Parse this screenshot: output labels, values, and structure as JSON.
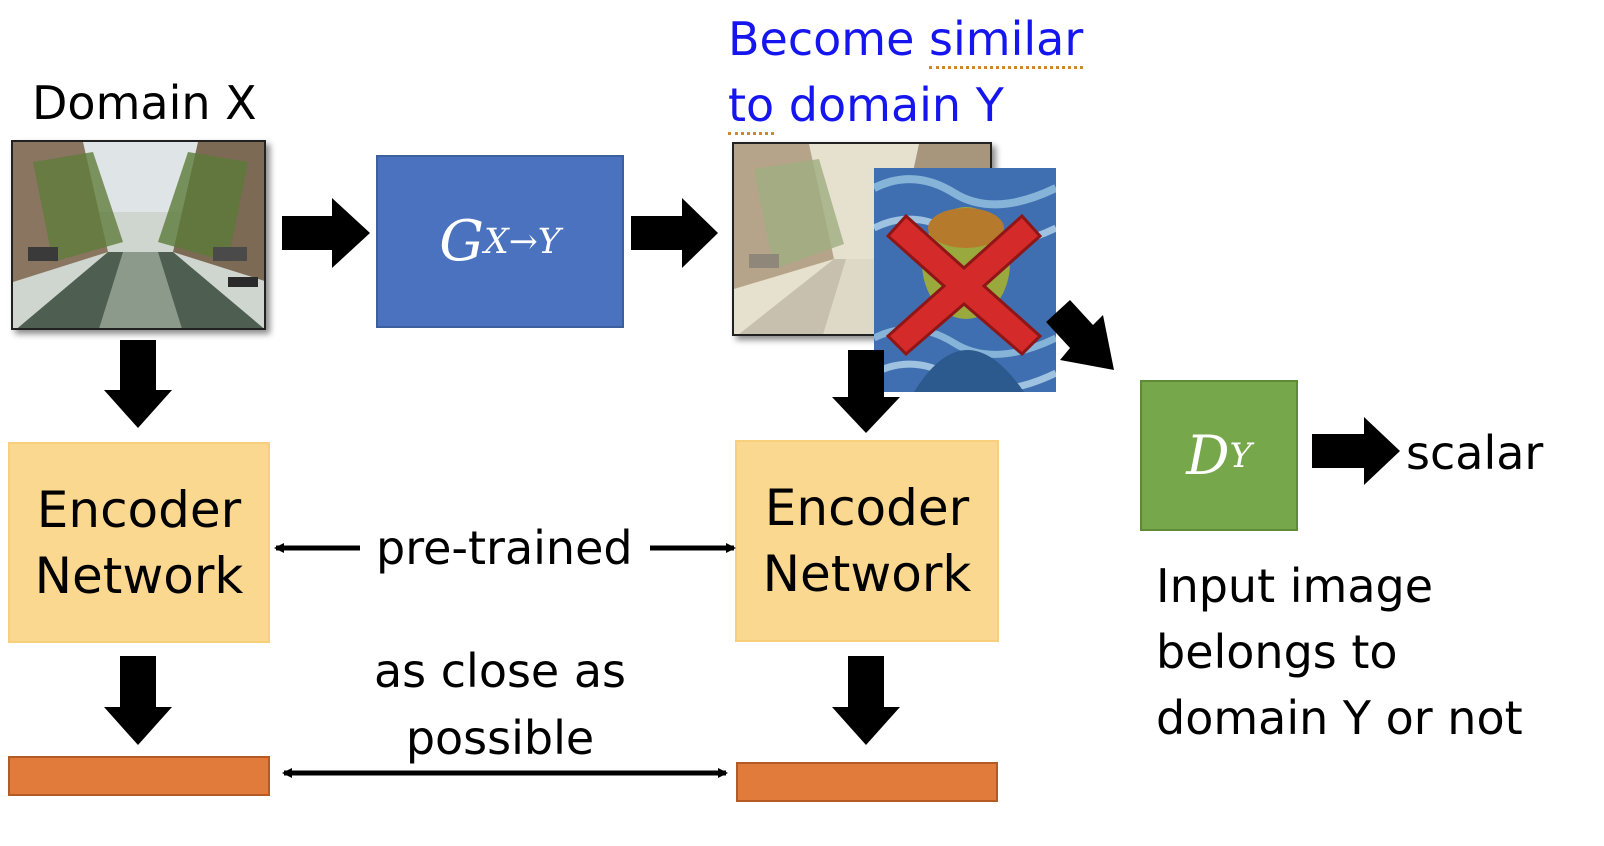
{
  "domain_x_label": "Domain X",
  "generator": {
    "symbol": "G",
    "subscript": "X→Y"
  },
  "annotation_top": {
    "line1_a": "Become ",
    "line1_b": "similar",
    "line2_a": "to",
    "line2_b": " domain Y"
  },
  "encoder_left": {
    "line1": "Encoder",
    "line2": "Network"
  },
  "encoder_right": {
    "line1": "Encoder",
    "line2": "Network"
  },
  "pretrained_label": "pre-trained",
  "close_label": {
    "line1": "as close as",
    "line2": "possible"
  },
  "discriminator": {
    "symbol": "D",
    "subscript": "Y"
  },
  "scalar_label": "scalar",
  "disc_note": {
    "line1": "Input image",
    "line2": "belongs to",
    "line3": "domain Y or not"
  },
  "colors": {
    "encoder": "#fbd890",
    "generator": "#4a72bf",
    "discriminator": "#76a84b",
    "feature": "#e07b3c",
    "annotation": "#1515f0",
    "cross": "#d42a2a"
  },
  "icons": [
    "canal-photo",
    "stylized-canal-photo",
    "van-gogh-portrait",
    "red-cross-icon"
  ]
}
